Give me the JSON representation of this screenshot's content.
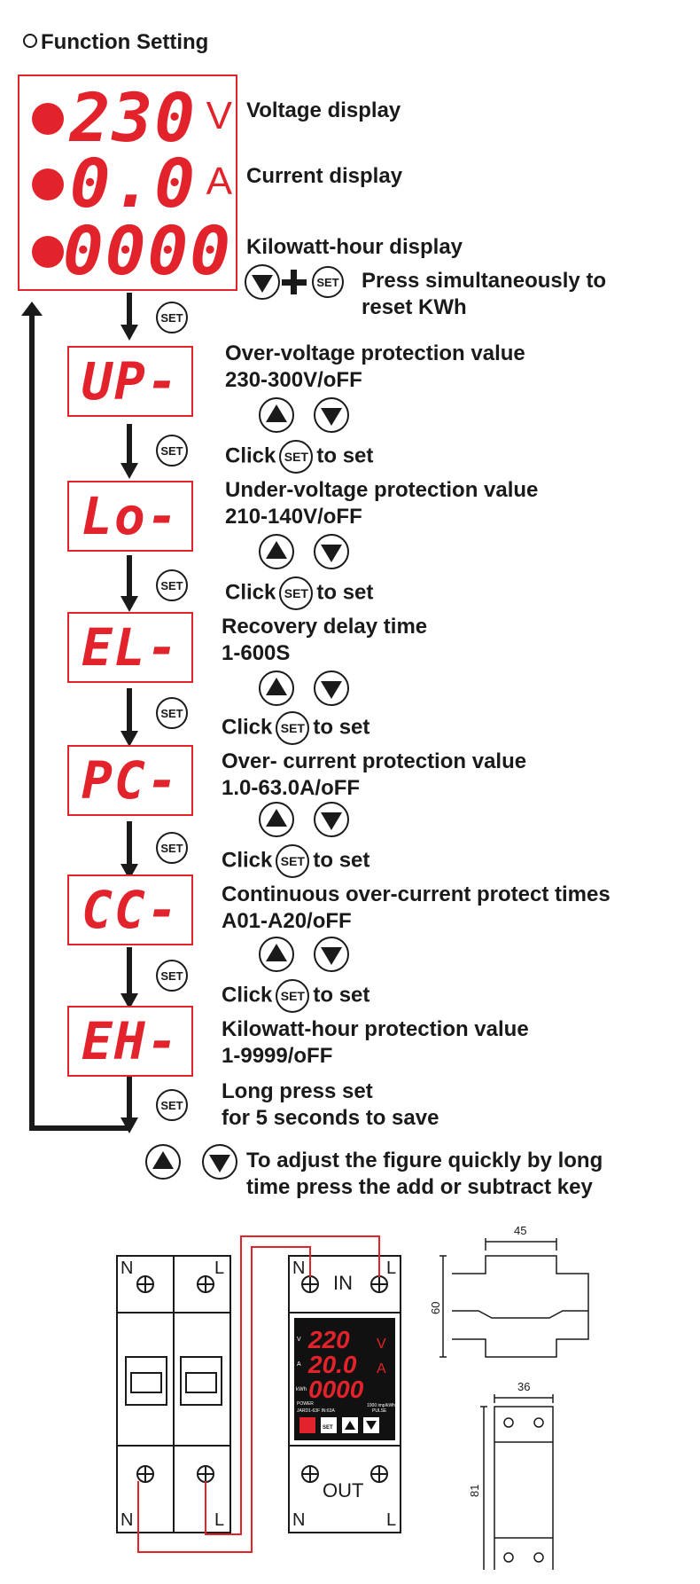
{
  "title": "Function Setting",
  "main_display": {
    "voltage": {
      "value": "230",
      "unit": "V",
      "label": "Voltage display"
    },
    "current": {
      "value": "0.0",
      "unit": "A",
      "label": "Current display"
    },
    "kwh": {
      "value": "0000",
      "label": "Kilowatt-hour display"
    }
  },
  "reset": {
    "line1": "Press simultaneously to",
    "line2": "reset KWh"
  },
  "set_label": "SET",
  "click_prefix": "Click",
  "click_suffix": "to set",
  "steps": [
    {
      "code": "UP-",
      "line1": "Over-voltage protection value",
      "line2": "230-300V/oFF"
    },
    {
      "code": "Lo-",
      "line1": "Under-voltage protection value",
      "line2": "210-140V/oFF"
    },
    {
      "code": "EL-",
      "line1": "Recovery delay time",
      "line2": "1-600S"
    },
    {
      "code": "PC-",
      "line1": "Over- current protection value",
      "line2": "1.0-63.0A/oFF"
    },
    {
      "code": "CC-",
      "line1": "Continuous over-current protect times",
      "line2": "A01-A20/oFF"
    },
    {
      "code": "EH-",
      "line1": "Kilowatt-hour protection value",
      "line2": "1-9999/oFF"
    }
  ],
  "save": {
    "line1": "Long press set",
    "line2": "for 5 seconds to save"
  },
  "quick": {
    "line1": "To adjust the figure quickly by long",
    "line2": "time press the add or subtract key"
  },
  "wiring": {
    "breaker_top_n": "N",
    "breaker_top_l": "L",
    "breaker_bot_n": "N",
    "breaker_bot_l": "L",
    "device_top_n": "N",
    "device_in": "IN",
    "device_top_l": "L",
    "device_bot_n": "N",
    "device_out": "OUT",
    "device_bot_l": "L",
    "mini_voltage": "220",
    "mini_current": "20.0",
    "mini_kwh": "0000",
    "mini_v": "V",
    "mini_a": "A",
    "mini_va": "V",
    "mini_aa": "A",
    "mini_kw": "kWh",
    "mini_power": "POWER",
    "mini_model": "JARD1-63F IN:63A",
    "mini_pulse_top": "1000 imp/kWh",
    "mini_pulse": "PULSE",
    "mini_set": "SET"
  },
  "dimensions": {
    "top_width": "45",
    "height_side": "60",
    "front_width": "36",
    "front_height": "81"
  },
  "colors": {
    "red": "#e3232b",
    "wire": "#e3232b",
    "ink": "#1a1a1a"
  }
}
